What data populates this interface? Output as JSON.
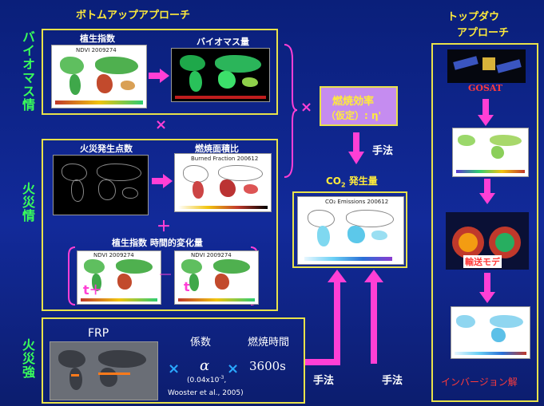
{
  "titles": {
    "bottom_up": "ボトムアップアプローチ",
    "top_down_line1": "トップダウ",
    "top_down_line2": "アプローチ"
  },
  "side_labels": {
    "biomass": "バイオマス情",
    "fire": "火災情",
    "fire_intensity": "火災強"
  },
  "biomass_box": {
    "ndvi_label": "植生指数",
    "ndvi_map_caption": "NDVI 2009274",
    "biomass_label": "バイオマス量"
  },
  "fire_box": {
    "hotspot_label": "火災発生点数",
    "burned_label": "燃焼面積比",
    "burned_map_caption": "Burned Fraction 200612",
    "veg_change_label": "植生指数 時間的変化量",
    "ndvi_map_caption_1": "NDVI 2009274",
    "ndvi_map_caption_2": "NDVI 2009274",
    "t_plus": "t＋",
    "t": "t"
  },
  "frp_box": {
    "frp_label": "FRP",
    "coef_label": "係数",
    "alpha": "α",
    "coef_value": "(0.04x10",
    "coef_exp": "-3",
    "coef_suffix": ",",
    "citation": "Wooster et al., 2005)",
    "time_label": "燃焼時間",
    "time_value": "3600s"
  },
  "efficiency": {
    "line1": "燃焼効率",
    "line2": "（仮定）: η'"
  },
  "method_label": "手法",
  "co2": {
    "label_prefix": "CO",
    "label_sub": "2",
    "label_suffix": " 発生量",
    "map_caption": "CO₂ Emissions 200612"
  },
  "top_down": {
    "gosat": "GOSAT",
    "transport": "輸送モデ",
    "inversion": "インバージョン解"
  },
  "operators": {
    "times": "×",
    "plus": "＋",
    "minus": "―"
  },
  "colors": {
    "background": "#122a9a",
    "box_border": "#e8e24a",
    "side_label": "#39ff5a",
    "arrow": "#ff3fd5",
    "efficiency_bg": "#c58cf0",
    "inversion": "#ff3b3b"
  }
}
